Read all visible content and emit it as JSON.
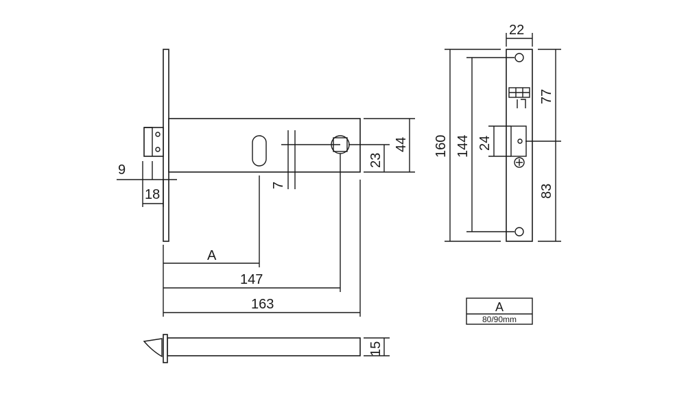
{
  "dimensions": {
    "d9": "9",
    "d18": "18",
    "d7": "7",
    "d23": "23",
    "d44": "44",
    "dA": "A",
    "d147": "147",
    "d163": "163",
    "d15": "15",
    "d22": "22",
    "d160": "160",
    "d144": "144",
    "d24": "24",
    "d77": "77",
    "d83": "83"
  },
  "table": {
    "header": "A",
    "value": "80/90mm"
  }
}
